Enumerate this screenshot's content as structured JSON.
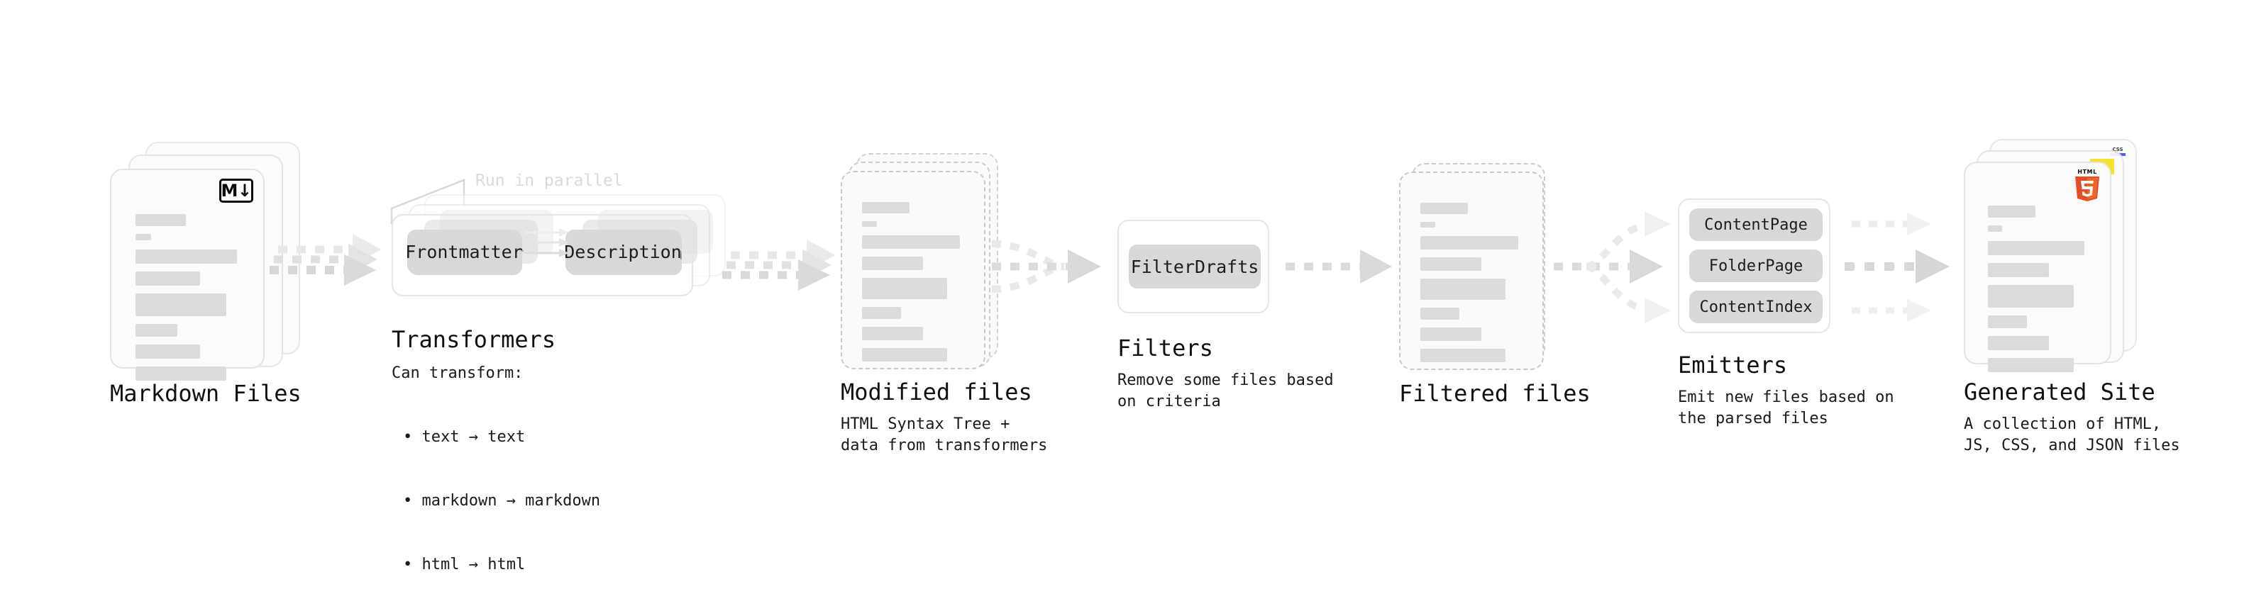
{
  "diagram": {
    "title_font": "monospace",
    "accent_colors": {
      "html5": "#e44d26",
      "html5_dark": "#f16529",
      "css3": "#264de4",
      "js": "#f7df1e",
      "arrow": "#d9d9d9",
      "card_fill": "#fbfbfb",
      "line_fill": "#dcdcdc"
    }
  },
  "stages": [
    {
      "id": "markdown-files",
      "title": "Markdown Files",
      "subtitle": "",
      "badge": "M↓",
      "badge_kind": "markdown-badge"
    },
    {
      "id": "transformers",
      "title": "Transformers",
      "subtitle": "Can transform:",
      "bullets": [
        "• text → text",
        "• markdown → markdown",
        "• html → html"
      ],
      "parallel_label": "Run in parallel",
      "pills": [
        "Frontmatter",
        "Description"
      ]
    },
    {
      "id": "modified-files",
      "title": "Modified files",
      "subtitle": "HTML Syntax Tree +\ndata from transformers"
    },
    {
      "id": "filters",
      "title": "Filters",
      "subtitle": "Remove some files based\non criteria",
      "pills": [
        "FilterDrafts"
      ]
    },
    {
      "id": "filtered-files",
      "title": "Filtered files",
      "subtitle": ""
    },
    {
      "id": "emitters",
      "title": "Emitters",
      "subtitle": "Emit new files based on\nthe parsed files",
      "pills": [
        "ContentPage",
        "FolderPage",
        "ContentIndex"
      ]
    },
    {
      "id": "generated-site",
      "title": "Generated Site",
      "subtitle": "A collection of HTML,\nJS, CSS, and JSON files",
      "badges": [
        "HTML5",
        "JS",
        "CSS"
      ]
    }
  ]
}
